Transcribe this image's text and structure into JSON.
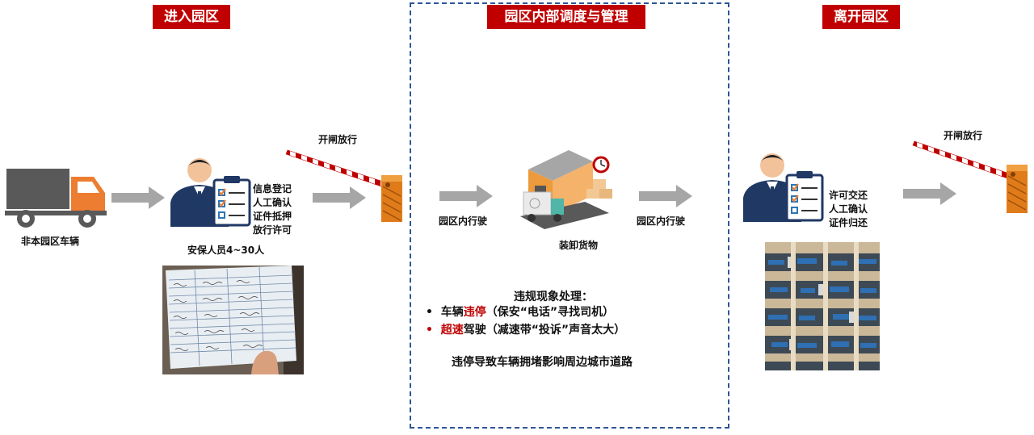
{
  "sections": {
    "enter": "进入园区",
    "inside": "园区内部调度与管理",
    "leave": "离开园区"
  },
  "enter": {
    "vehicle_label": "非本园区车辆",
    "guard_tasks": [
      "信息登记",
      "人工确认",
      "证件抵押",
      "放行许可"
    ],
    "guard_label": "安保人员4~30人",
    "gate_label": "开闸放行"
  },
  "inside": {
    "drive_in_label": "园区内行驶",
    "drive_out_label": "园区内行驶",
    "warehouse_label": "装卸货物",
    "violations_title": "违规现象处理：",
    "violation_1": {
      "pre": "车辆",
      "highlight": "违停",
      "post": "（保安“电话”寻找司机）"
    },
    "violation_2": {
      "pre": "",
      "highlight": "超速",
      "post": "驾驶（减速带“投诉”声音太大）"
    },
    "conclusion": "违停导致车辆拥堵影响周边城市道路"
  },
  "leave": {
    "guard_tasks": [
      "许可交还",
      "人工确认",
      "证件归还"
    ],
    "gate_label": "开闸放行"
  },
  "colors": {
    "accent_red": "#c00000",
    "dash_blue": "#2f5597",
    "arrow_gray": "#a6a6a6",
    "truck_orange": "#ed7d31"
  }
}
